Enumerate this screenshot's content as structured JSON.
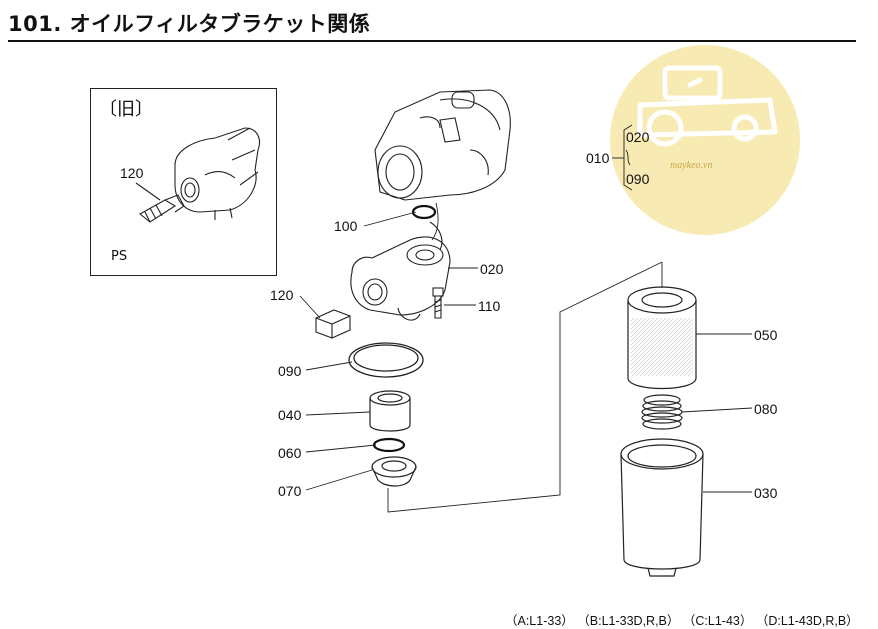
{
  "title": "101. オイルフィルタブラケット関係",
  "inset": {
    "heading": "〔旧〕",
    "part_120": "120",
    "label_ps": "PS"
  },
  "callouts": {
    "p010": "010",
    "p020_group": "020",
    "p090_group": "090",
    "p100": "100",
    "p020": "020",
    "p120": "120",
    "p110": "110",
    "p090": "090",
    "p040": "040",
    "p060": "060",
    "p070": "070",
    "p050": "050",
    "p080": "080",
    "p030": "030"
  },
  "watermark": {
    "text": "maykeo.vn",
    "color": "#f7e6a6",
    "icon": "tractor-icon"
  },
  "footer": {
    "a": "（A:L1-33）",
    "b": "（B:L1-33D,R,B）",
    "c": "（C:L1-43）",
    "d": "（D:L1-43D,R,B）"
  }
}
